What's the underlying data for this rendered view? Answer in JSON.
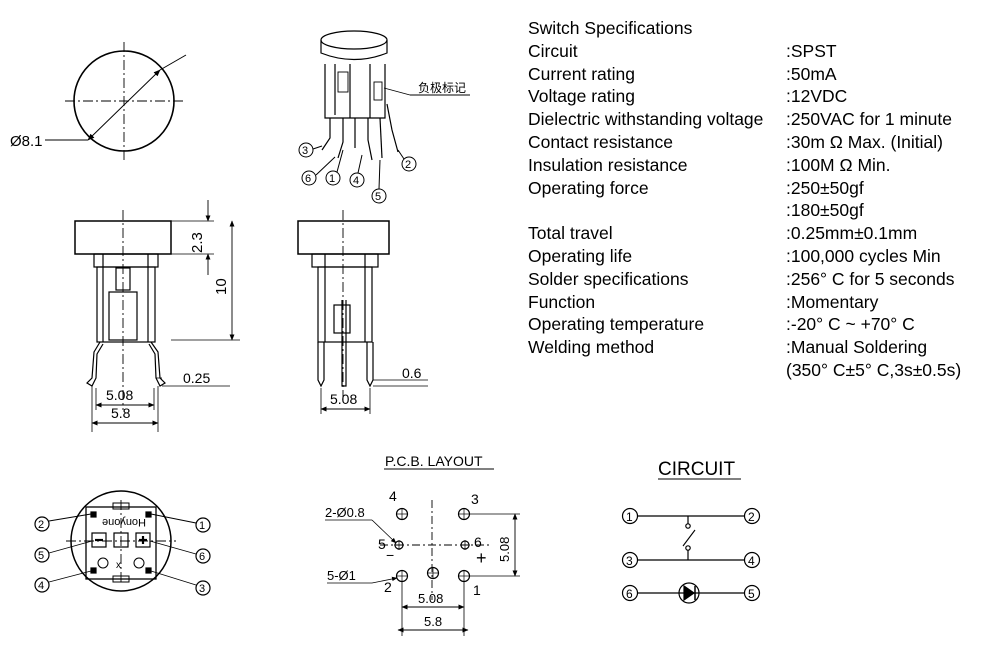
{
  "drawing": {
    "top_view_dia": "Ø8.1",
    "neg_mark_label": "负极标记",
    "side_height_cap": "2.3",
    "side_height_total": "10",
    "front_dim_pin": "0.25",
    "front_dim_inner": "5.08",
    "front_dim_outer": "5.8",
    "side_dim_pin": "0.6",
    "side_dim_inner": "5.08",
    "bottom_brand": "Honyone",
    "pin_numbers": [
      "1",
      "2",
      "3",
      "4",
      "5",
      "6"
    ],
    "pcb_title": "P.C.B. LAYOUT",
    "pcb_hole_small": "2-Ø0.8",
    "pcb_hole_large": "5-Ø1",
    "pcb_dim_vertical": "5.08",
    "pcb_dim_h_inner": "5.08",
    "pcb_dim_h_outer": "5.8",
    "pcb_plus": "+",
    "pcb_minus": "−",
    "circuit_title": "CIRCUIT"
  },
  "specs": {
    "title": "Switch Specifications",
    "rows": [
      {
        "label": "Circuit",
        "value": ":SPST"
      },
      {
        "label": "Current rating",
        "value": ":50mA"
      },
      {
        "label": "Voltage rating",
        "value": ":12VDC"
      },
      {
        "label": "Dielectric withstanding voltage",
        "value": ":250VAC for 1 minute"
      },
      {
        "label": "Contact resistance",
        "value": ":30m Ω  Max. (Initial)"
      },
      {
        "label": "Insulation resistance",
        "value": ":100M Ω  Min."
      },
      {
        "label": "Operating force",
        "value": ":250±50gf"
      },
      {
        "label": "",
        "value": ":180±50gf"
      },
      {
        "label": "Total travel",
        "value": ":0.25mm±0.1mm"
      },
      {
        "label": "Operating life",
        "value": ":100,000 cycles Min"
      },
      {
        "label": "Solder specifications",
        "value": ":256° C for 5 seconds"
      },
      {
        "label": "Function",
        "value": ":Momentary"
      },
      {
        "label": "Operating temperature",
        "value": ":-20° C ~ +70° C"
      },
      {
        "label": "Welding method",
        "value": ":Manual Soldering"
      },
      {
        "label": "",
        "value": "(350° C±5° C,3s±0.5s)"
      }
    ]
  }
}
